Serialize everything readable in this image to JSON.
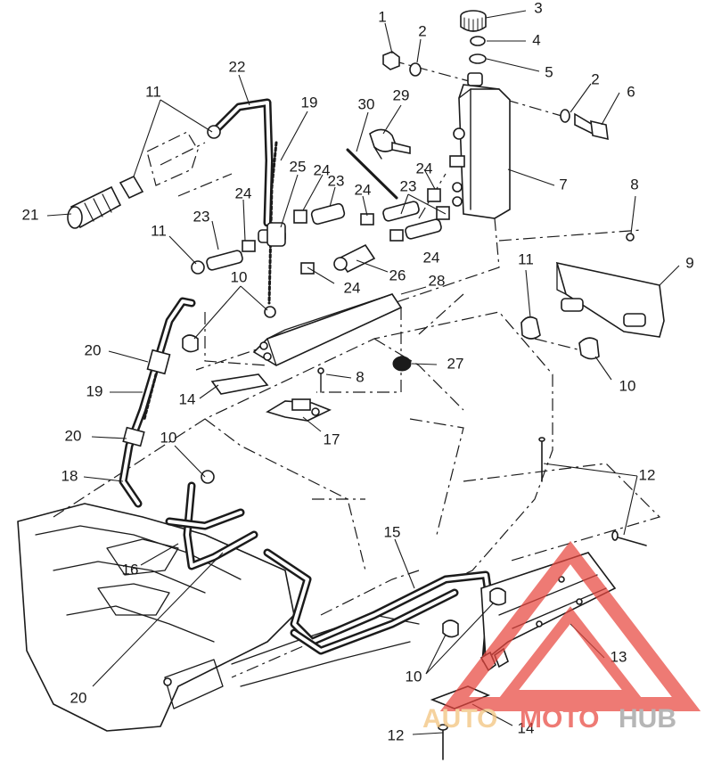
{
  "diagram": {
    "callouts": [
      {
        "id": "c1",
        "label": "1"
      },
      {
        "id": "c2a",
        "label": "2"
      },
      {
        "id": "c3",
        "label": "3"
      },
      {
        "id": "c4",
        "label": "4"
      },
      {
        "id": "c5",
        "label": "5"
      },
      {
        "id": "c2b",
        "label": "2"
      },
      {
        "id": "c6",
        "label": "6"
      },
      {
        "id": "c7",
        "label": "7"
      },
      {
        "id": "c8a",
        "label": "8"
      },
      {
        "id": "c9",
        "label": "9"
      },
      {
        "id": "c22",
        "label": "22"
      },
      {
        "id": "c11a",
        "label": "11"
      },
      {
        "id": "c19a",
        "label": "19"
      },
      {
        "id": "c30",
        "label": "30"
      },
      {
        "id": "c29",
        "label": "29"
      },
      {
        "id": "c25",
        "label": "25"
      },
      {
        "id": "c24a",
        "label": "24"
      },
      {
        "id": "c23a",
        "label": "23"
      },
      {
        "id": "c24b",
        "label": "24"
      },
      {
        "id": "c24c",
        "label": "24"
      },
      {
        "id": "c23b",
        "label": "23"
      },
      {
        "id": "c21",
        "label": "21"
      },
      {
        "id": "c24d",
        "label": "24"
      },
      {
        "id": "c23c",
        "label": "23"
      },
      {
        "id": "c11b",
        "label": "11"
      },
      {
        "id": "c24e",
        "label": "24"
      },
      {
        "id": "c26",
        "label": "26"
      },
      {
        "id": "c24f",
        "label": "24"
      },
      {
        "id": "c11c",
        "label": "11"
      },
      {
        "id": "c10a",
        "label": "10"
      },
      {
        "id": "c28",
        "label": "28"
      },
      {
        "id": "c20a",
        "label": "20"
      },
      {
        "id": "c27",
        "label": "27"
      },
      {
        "id": "c8b",
        "label": "8"
      },
      {
        "id": "c10b",
        "label": "10"
      },
      {
        "id": "c19b",
        "label": "19"
      },
      {
        "id": "c14a",
        "label": "14"
      },
      {
        "id": "c17",
        "label": "17"
      },
      {
        "id": "c20b",
        "label": "20"
      },
      {
        "id": "c10c",
        "label": "10"
      },
      {
        "id": "c12a",
        "label": "12"
      },
      {
        "id": "c18",
        "label": "18"
      },
      {
        "id": "c15",
        "label": "15"
      },
      {
        "id": "c16",
        "label": "16"
      },
      {
        "id": "c13",
        "label": "13"
      },
      {
        "id": "c10d",
        "label": "10"
      },
      {
        "id": "c20c",
        "label": "20"
      },
      {
        "id": "c12b",
        "label": "12"
      },
      {
        "id": "c14b",
        "label": "14"
      }
    ]
  },
  "watermark": {
    "text_auto": "AUTO",
    "text_moto": "MOTO",
    "text_hub": "HUB",
    "color_auto": "#f2c27a",
    "color_moto": "#e8473f",
    "color_hub": "#9a9a9a",
    "triangle_color": "#e8473f"
  },
  "colors": {
    "ink": "#1b1b1b",
    "background": "#ffffff"
  }
}
